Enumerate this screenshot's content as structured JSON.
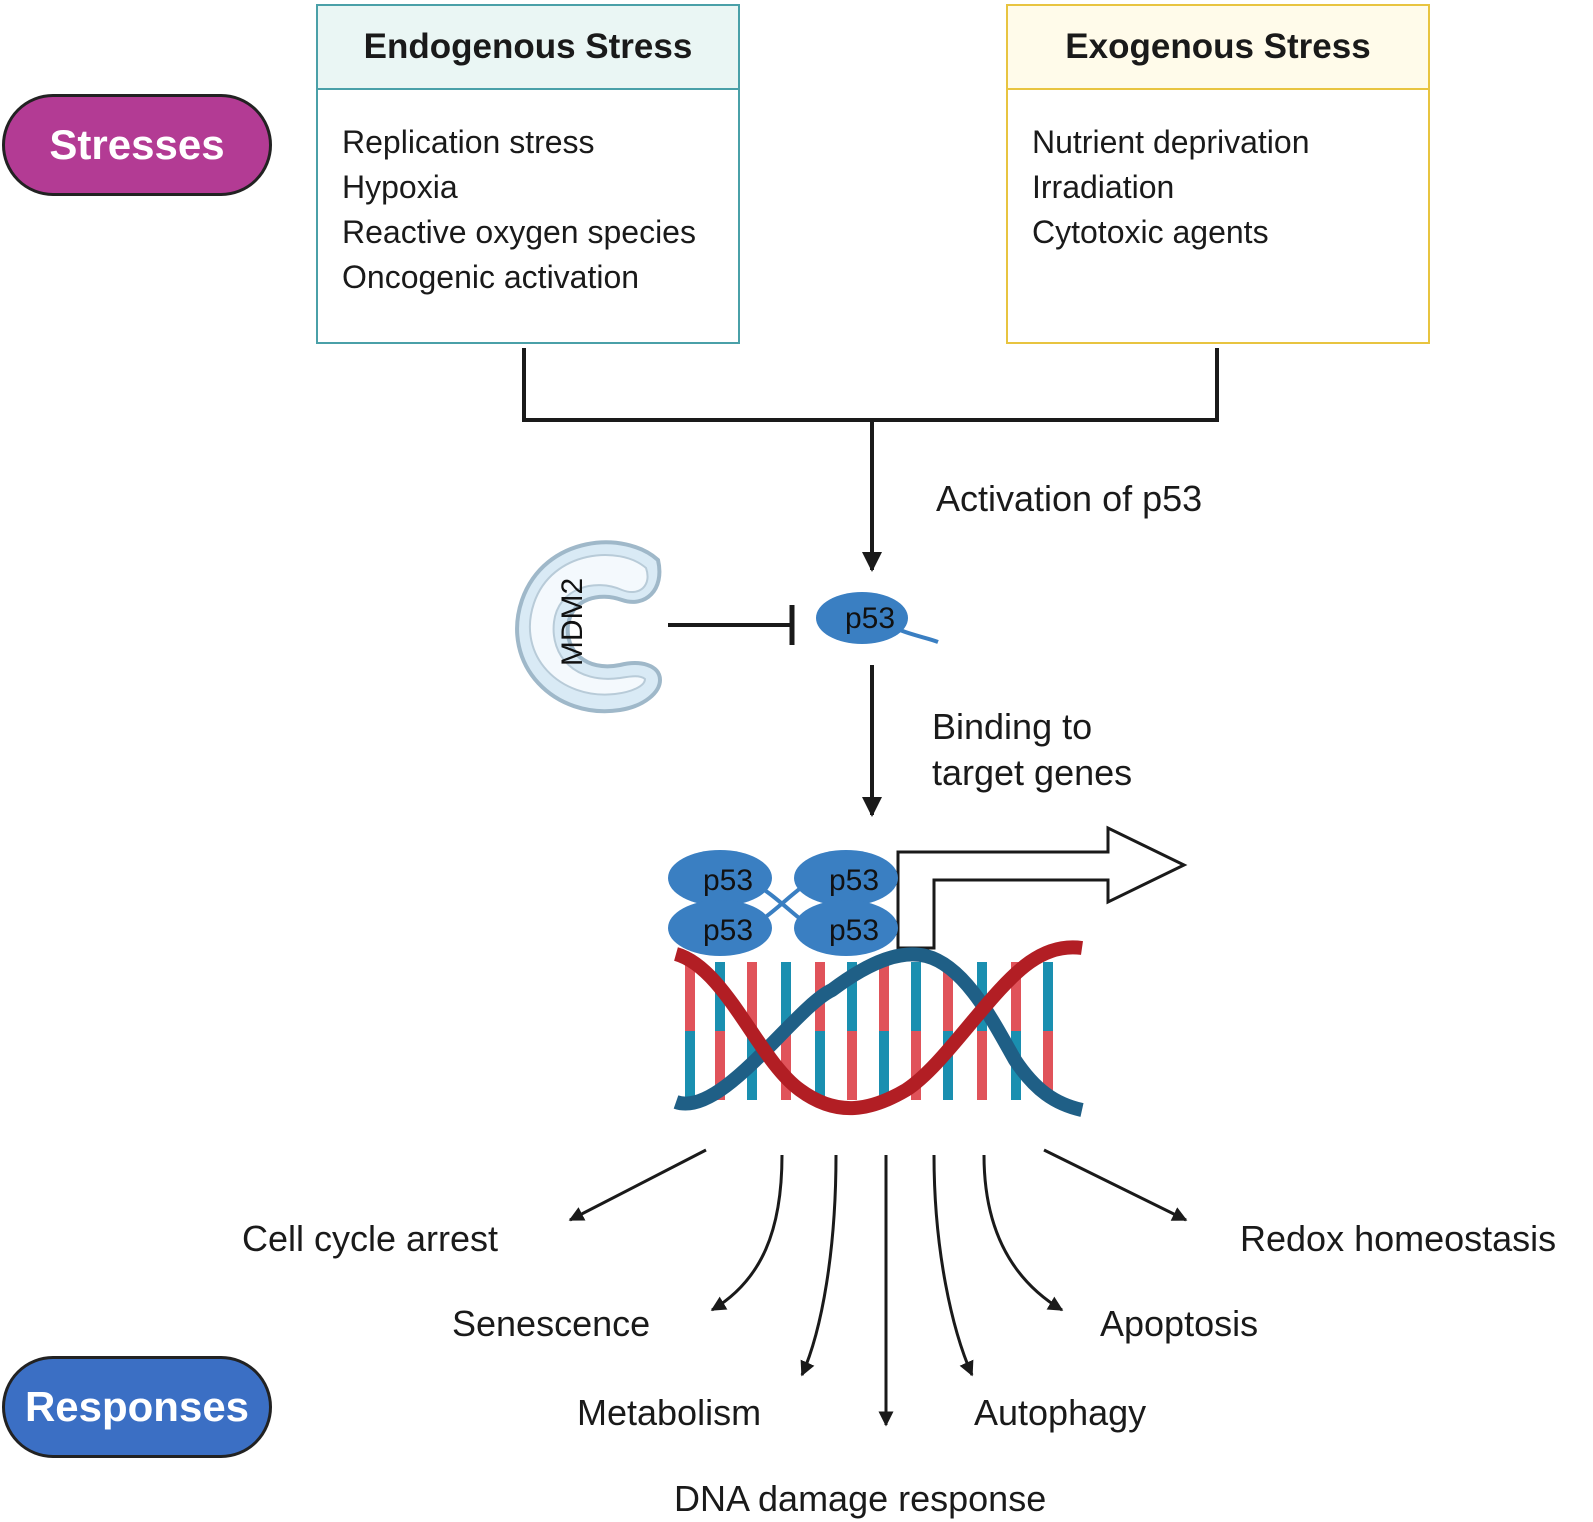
{
  "categories": {
    "stresses": {
      "label": "Stresses",
      "color": "#b33b94"
    },
    "responses": {
      "label": "Responses",
      "color": "#3b6fc4"
    }
  },
  "endogenous": {
    "title": "Endogenous Stress",
    "border_color": "#4aa0a8",
    "header_bg": "#eaf6f4",
    "items": [
      "Replication stress",
      "Hypoxia",
      "Reactive oxygen species",
      "Oncogenic activation"
    ]
  },
  "exogenous": {
    "title": "Exogenous Stress",
    "border_color": "#e8c440",
    "header_bg": "#fffbea",
    "items": [
      "Nutrient deprivation",
      "Irradiation",
      "Cytotoxic agents"
    ]
  },
  "steps": {
    "activation": "Activation of p53",
    "binding_line1": "Binding to",
    "binding_line2": "target genes"
  },
  "proteins": {
    "mdm2": "MDM2",
    "p53": "p53",
    "p53_color": "#3a7fc2"
  },
  "responses": [
    "Cell cycle arrest",
    "Senescence",
    "Metabolism",
    "DNA damage response",
    "Autophagy",
    "Apoptosis",
    "Redox homeostasis"
  ]
}
